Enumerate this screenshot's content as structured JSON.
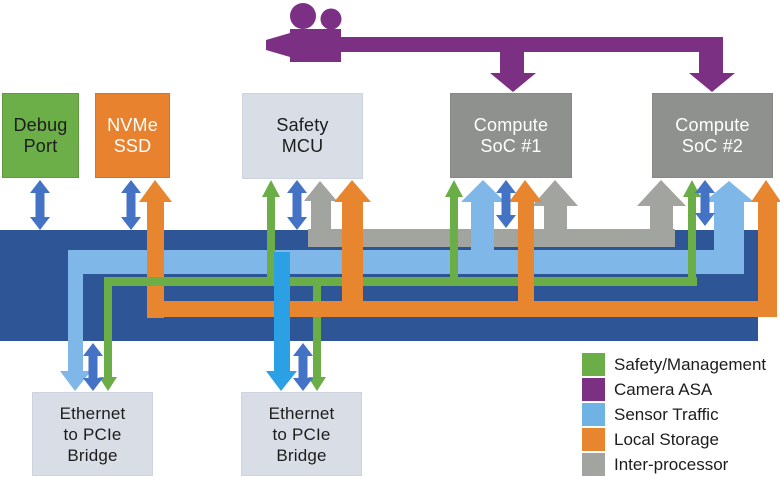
{
  "diagram": {
    "boxes": {
      "debug_port": {
        "label": "Debug\nPort"
      },
      "nvme_ssd": {
        "label": "NVMe\nSSD"
      },
      "safety_mcu": {
        "label": "Safety\nMCU"
      },
      "compute_soc_1": {
        "label": "Compute\nSoC #1"
      },
      "compute_soc_2": {
        "label": "Compute\nSoC #2"
      },
      "ethernet_bridge_1": {
        "label": "Ethernet\nto PCIe\nBridge"
      },
      "ethernet_bridge_2": {
        "label": "Ethernet\nto PCIe\nBridge"
      }
    },
    "icons": {
      "camera": "video-camera-icon"
    },
    "legend": {
      "items": [
        {
          "label": "Safety/Management",
          "color": "#6BAD46"
        },
        {
          "label": "Camera ASA",
          "color": "#7C3083"
        },
        {
          "label": "Sensor Traffic",
          "color": "#6FB2E4"
        },
        {
          "label": "Local Storage",
          "color": "#E8862F"
        },
        {
          "label": "Inter-processor",
          "color": "#A2A49F"
        }
      ]
    }
  },
  "colors": {
    "green": "#6BAD46",
    "purple": "#7C3083",
    "lightblue": "#7FB8E8",
    "vividblue": "#2BA0E4",
    "royal": "#4472C4",
    "orange": "#E8862F",
    "gray": "#A2A49F",
    "band": "#2E5596",
    "soc_fill": "#8E918D",
    "light_box": "#D8DDE6",
    "debug_green": "#6CAE47",
    "nvme_orange": "#E8822F"
  }
}
